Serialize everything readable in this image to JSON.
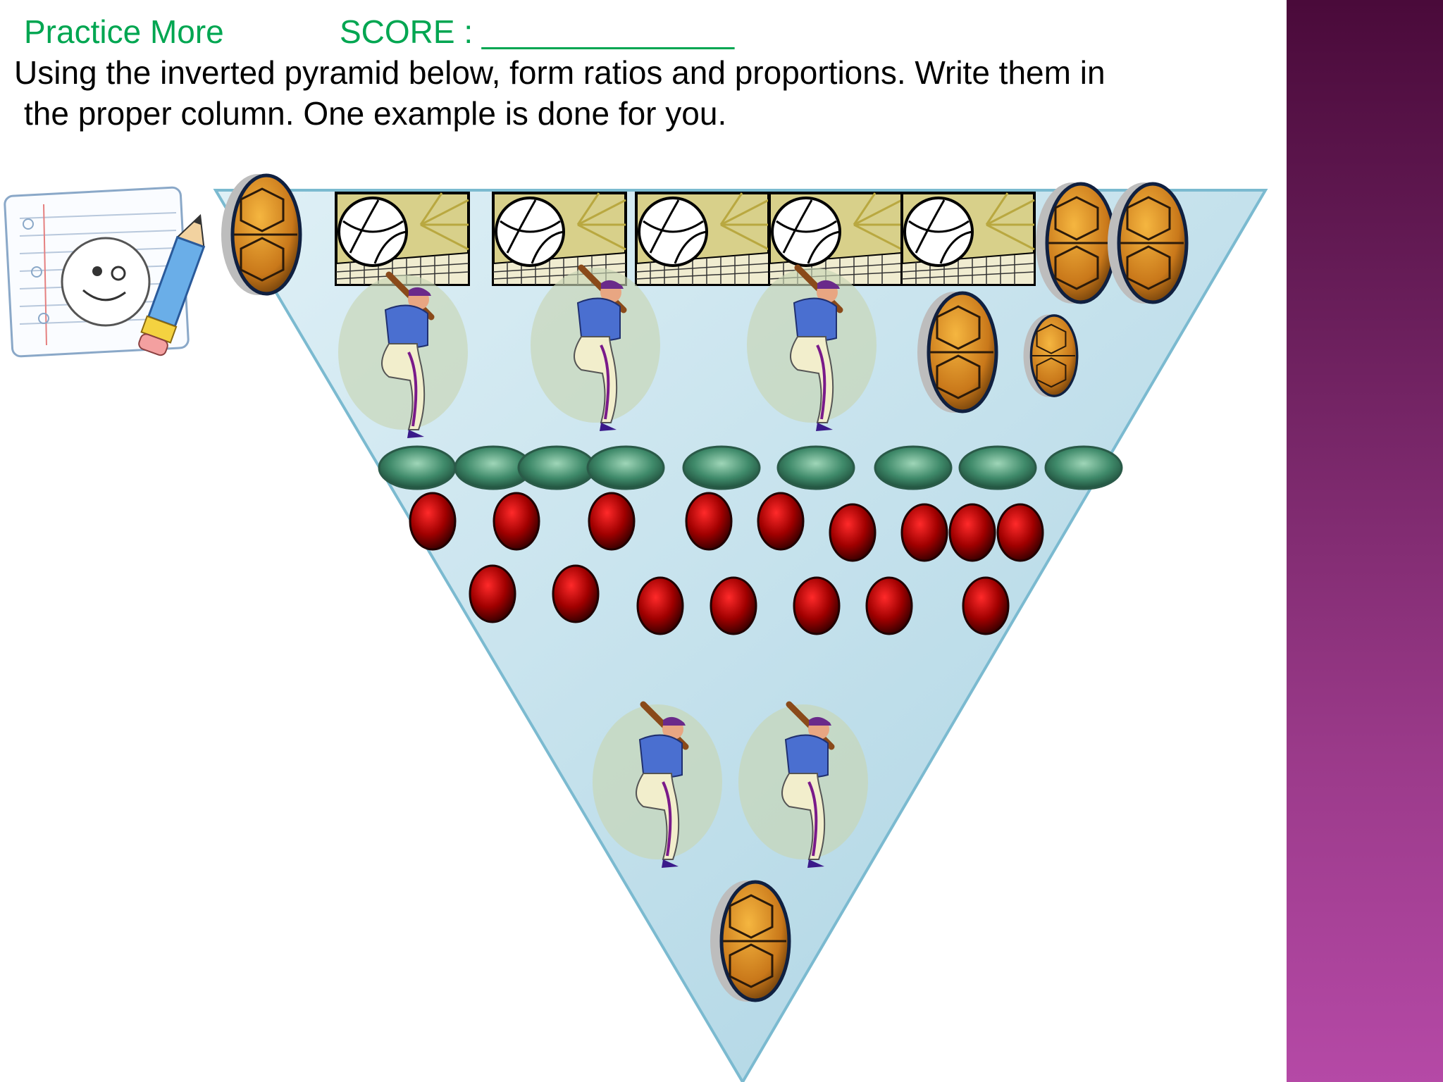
{
  "header": {
    "title": "Practice More",
    "score_label": "SCORE : ______________"
  },
  "instructions": {
    "line1": "Using the inverted pyramid below, form ratios and proportions. Write them in",
    "line2": "the proper column. One example is done for you."
  },
  "colors": {
    "title_green": "#00a651",
    "pyramid_fill": "#cfe6ef",
    "side_band": "#9b3a8a"
  },
  "pyramid": {
    "counts": {
      "volleyballs": 5,
      "baseball_batters": 5,
      "basketballs": 6,
      "green_balls": 9,
      "red_balls": 16
    }
  }
}
